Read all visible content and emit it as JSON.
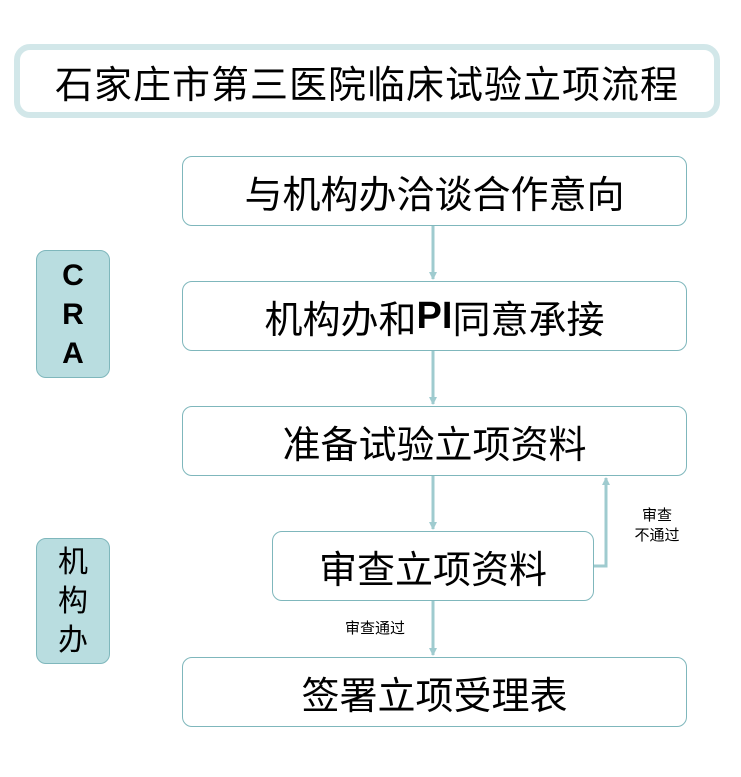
{
  "title": "石家庄市第三医院临床试验立项流程",
  "roles": {
    "cra": [
      "C",
      "R",
      "A"
    ],
    "institution": [
      "机",
      "构",
      "办"
    ]
  },
  "steps": {
    "step1": "与机构办洽谈合作意向",
    "step2_pre": "机构办和",
    "step2_pi": "PI",
    "step2_post": "同意承接",
    "step3": "准备试验立项资料",
    "step4": "审查立项资料",
    "step5": "签署立项受理表"
  },
  "labels": {
    "review_fail_line1": "审查",
    "review_fail_line2": "不通过",
    "review_pass": "审查通过"
  },
  "colors": {
    "title_border": "#d2e7e9",
    "role_fill": "#b9dde0",
    "box_border": "#7fb7bc",
    "arrow": "#9fcbcf"
  }
}
